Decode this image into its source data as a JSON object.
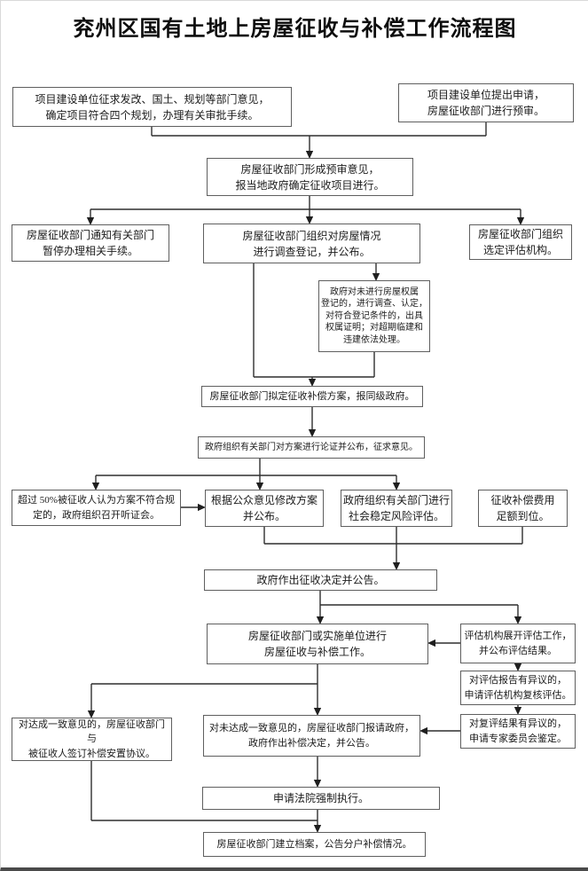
{
  "page": {
    "title": "兖州区国有土地上房屋征收与补偿工作流程图"
  },
  "colors": {
    "box_border": "#5f5f5f",
    "line": "#2f2f2f",
    "text": "#1b1b1b",
    "background": "#ffffff"
  },
  "nodes": {
    "a": {
      "text": "项目建设单位征求发改、国土、规划等部门意见，\n确定项目符合四个规划，办理有关审批手续。"
    },
    "b": {
      "text": "项目建设单位提出申请，\n房屋征收部门进行预审。"
    },
    "c": {
      "text": "房屋征收部门形成预审意见，\n报当地政府确定征收项目进行。"
    },
    "d": {
      "text": "房屋征收部门通知有关部门\n暂停办理相关手续。"
    },
    "e": {
      "text": "房屋征收部门组织对房屋情况\n进行调查登记，并公布。"
    },
    "f": {
      "text": "房屋征收部门组织\n选定评估机构。"
    },
    "g": {
      "text": "政府对未进行房屋权属\n登记的，进行调查、认定，\n对符合登记条件的，出具\n权属证明；对超期临建和\n违建依法处理。"
    },
    "h": {
      "text": "房屋征收部门拟定征收补偿方案，报同级政府。"
    },
    "i": {
      "text": "政府组织有关部门对方案进行论证并公布，征求意见。"
    },
    "j": {
      "text": "超过 50%被征收人认为方案不符合规\n定的，政府组织召开听证会。"
    },
    "k": {
      "text": "根据公众意见修改方案\n并公布。"
    },
    "l": {
      "text": "政府组织有关部门进行\n社会稳定风险评估。"
    },
    "m": {
      "text": "征收补偿费用\n足额到位。"
    },
    "n": {
      "text": "政府作出征收决定并公告。"
    },
    "o": {
      "text": "房屋征收部门或实施单位进行\n房屋征收与补偿工作。"
    },
    "p": {
      "text": "评估机构展开评估工作，\n并公布评估结果。"
    },
    "q": {
      "text": "对评估报告有异议的，\n申请评估机构复核评估。"
    },
    "r": {
      "text": "对复评结果有异议的，\n申请专家委员会鉴定。"
    },
    "s": {
      "text": "对达成一致意见的，房屋征收部门与\n被征收人签订补偿安置协议。"
    },
    "t": {
      "text": "对未达成一致意见的，房屋征收部门报请政府，\n政府作出补偿决定，并公告。"
    },
    "u": {
      "text": "申请法院强制执行。"
    },
    "v": {
      "text": "房屋征收部门建立档案，公告分户补偿情况。"
    }
  },
  "edges": [
    {
      "from": "a",
      "to": "c"
    },
    {
      "from": "b",
      "to": "c"
    },
    {
      "from": "c",
      "to": "d"
    },
    {
      "from": "c",
      "to": "e"
    },
    {
      "from": "c",
      "to": "f"
    },
    {
      "from": "e",
      "to": "g"
    },
    {
      "from": "e",
      "to": "h"
    },
    {
      "from": "g",
      "to": "h"
    },
    {
      "from": "h",
      "to": "i"
    },
    {
      "from": "i",
      "to": "j"
    },
    {
      "from": "i",
      "to": "k"
    },
    {
      "from": "i",
      "to": "l"
    },
    {
      "from": "j",
      "to": "k"
    },
    {
      "from": "k",
      "to": "n"
    },
    {
      "from": "l",
      "to": "n"
    },
    {
      "from": "m",
      "to": "n"
    },
    {
      "from": "n",
      "to": "o"
    },
    {
      "from": "n",
      "to": "p"
    },
    {
      "from": "p",
      "to": "o"
    },
    {
      "from": "p",
      "to": "q"
    },
    {
      "from": "q",
      "to": "r"
    },
    {
      "from": "o",
      "to": "s"
    },
    {
      "from": "o",
      "to": "t"
    },
    {
      "from": "r",
      "to": "t"
    },
    {
      "from": "t",
      "to": "u"
    },
    {
      "from": "u",
      "to": "v"
    },
    {
      "from": "s",
      "to": "v"
    }
  ]
}
